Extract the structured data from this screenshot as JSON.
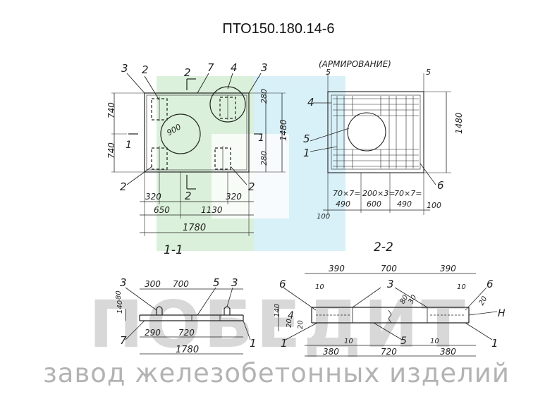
{
  "title": "ПТО150.180.14-6",
  "watermark": {
    "logo_text": "ПОБЕДИТ",
    "tagline": "завод железобетонных изделий",
    "colors": {
      "green": "#7cc97c",
      "blue": "#7ccde8",
      "gray": "#9a9a9a"
    }
  },
  "plan": {
    "callouts": {
      "c3a": "3",
      "c2a": "2",
      "c2cut": "2",
      "c7": "7",
      "c4": "4",
      "c3b": "3",
      "c2b": "2",
      "c2c": "2",
      "c2d": "2"
    },
    "hole_dia": "900",
    "left_dims": [
      "740",
      "740"
    ],
    "section_marks": [
      "1",
      "1"
    ],
    "right_dims": {
      "top": "280",
      "total": "1480",
      "bottom": "280"
    },
    "bottom_dims": {
      "d320a": "320",
      "d320b": "320",
      "d650": "650",
      "d1130": "1130",
      "d1780": "1780"
    }
  },
  "reinf": {
    "caption": "(АРМИРОВАНИЕ)",
    "top_dims": [
      "5",
      "5"
    ],
    "callouts": {
      "c4": "4",
      "c5": "5",
      "c1": "1",
      "c6": "6"
    },
    "height": "1480",
    "spacing": {
      "s1a": "70×7=",
      "s1b": "490",
      "s2a": "200×3=",
      "s2b": "600",
      "s3a": "70×7=",
      "s3b": "490"
    },
    "edge": {
      "left": "100",
      "right": "100"
    }
  },
  "sec11": {
    "label": "1-1",
    "top_dims": [
      "300",
      "700"
    ],
    "callouts": {
      "c3a": "3",
      "c5": "5",
      "c3b": "3",
      "c7": "7",
      "c1": "1"
    },
    "left_dims": [
      "80",
      "140"
    ],
    "bottom_dims": [
      "290",
      "720",
      "1780"
    ]
  },
  "sec22": {
    "label": "2-2",
    "top_dims": [
      "390",
      "700",
      "390"
    ],
    "callouts": {
      "c6a": "6",
      "c10a": "10",
      "c3": "3",
      "c10b": "10",
      "c6b": "6",
      "c4": "4",
      "c1": "1",
      "cH": "Н",
      "c5": "5",
      "c1b": "1"
    },
    "inner": {
      "d80": "80",
      "d30": "30",
      "d20r": "20"
    },
    "left_dims": {
      "d140": "140",
      "d20": "20",
      "d20b": "20"
    },
    "bottom_dims": {
      "d10a": "10",
      "d10b": "10",
      "d380a": "380",
      "d720": "720",
      "d380b": "380"
    }
  }
}
